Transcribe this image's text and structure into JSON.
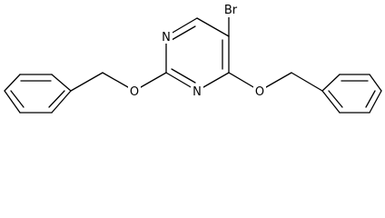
{
  "molecule": {
    "atoms": {
      "br": "Br",
      "n_top": "N",
      "n_bottom": "N",
      "o_left": "O",
      "o_right": "O"
    }
  },
  "colors": {
    "bond": "#000000",
    "background": "#ffffff"
  }
}
